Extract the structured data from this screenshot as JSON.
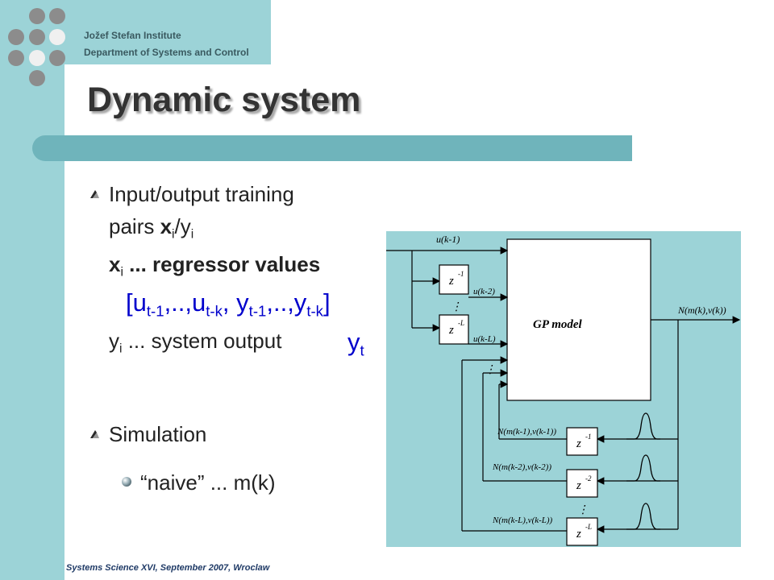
{
  "header": {
    "institute": "Jožef Stefan Institute",
    "department": "Department  of Systems and Control"
  },
  "slide": {
    "title": "Dynamic system"
  },
  "bullets": {
    "b1_line1": "Input/output training",
    "b1_line2_text": "pairs ",
    "b1_x": "x",
    "b1_i": "i",
    "b1_slash": "/y",
    "b1_i2": "i",
    "xi_x": "x",
    "xi_i": "i",
    "xi_rest": " ... regressor values",
    "vec_open": "[u",
    "vec_t1": "t-1",
    "vec_mid1": ",..,u",
    "vec_tk": "t-k",
    "vec_mid2": ", y",
    "vec_t1b": "t-1",
    "vec_mid3": ",..,y",
    "vec_tkb": "t-k",
    "vec_close": "]",
    "yi_y": "y",
    "yi_i": "i",
    "yi_rest": " ... system output",
    "yt_y": "y",
    "yt_t": "t",
    "b2": "Simulation",
    "sub1": "“naive” ... m(k)"
  },
  "diagram": {
    "gp_model": "GP model",
    "u_k1": "u(k-1)",
    "u_k2": "u(k-2)",
    "u_kL": "u(k-L)",
    "z1": "z",
    "z1_exp": "-1",
    "zL": "z",
    "zL_exp": "-L",
    "output": "N(m(k),v(k))",
    "n_k1": "N(m(k-1),v(k-1))",
    "n_k2": "N(m(k-2),v(k-2))",
    "n_kL": "N(m(k-L),v(k-L))",
    "zb1_exp": "-1",
    "zb2_exp": "-2",
    "zbL_exp": "-L",
    "dots": "⋮"
  },
  "footer": {
    "text": "Systems Science XVI, September 2007, Wroclaw"
  },
  "colors": {
    "teal": "#9cd3d7",
    "title_bar": "#6fb4bb",
    "dots": "#8c8c8c",
    "blue": "#0000cc"
  }
}
